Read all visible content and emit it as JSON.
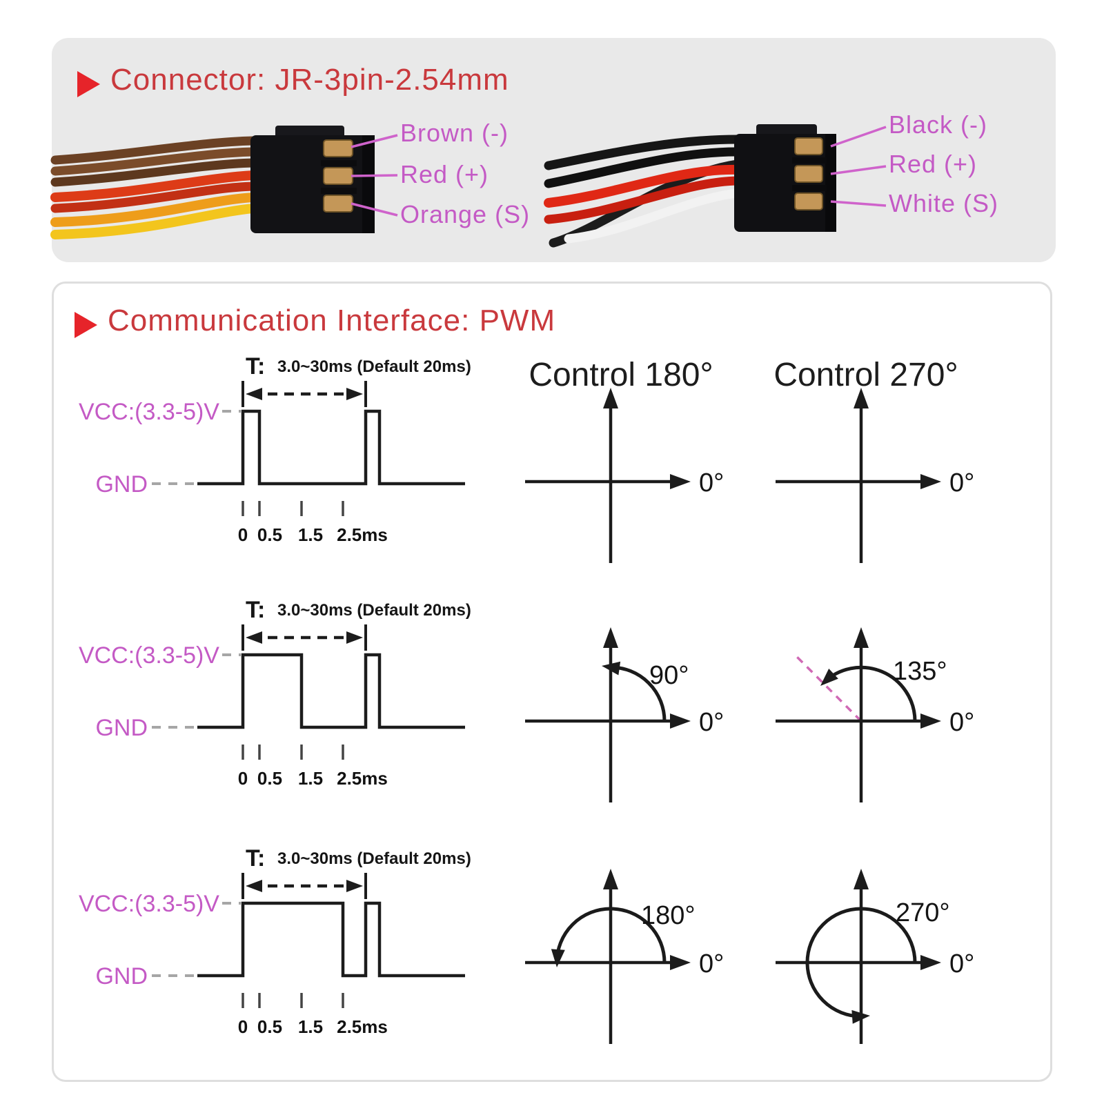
{
  "colors": {
    "section_title_red": "#c9393d",
    "bullet_red": "#e6242a",
    "label_magenta": "#c45ac5",
    "diagram_black": "#1c1c1c",
    "top_panel_bg": "#e9e9e9",
    "panel_border": "#dedede",
    "guide_dash_gray": "#a6a6a6",
    "dash_135_pink": "#d069b5",
    "wire_brown": "#6b4124",
    "wire_red": "#dd3b17",
    "wire_orange": "#ee9d1a",
    "wire_yellow": "#f3c51d",
    "wire_black": "#161616",
    "wire_white": "#f2f2f2"
  },
  "connector": {
    "title": "Connector: JR-3pin-2.54mm",
    "left_pins": [
      "Brown (-)",
      "Red (+)",
      "Orange (S)"
    ],
    "right_pins": [
      "Black (-)",
      "Red (+)",
      "White (S)"
    ]
  },
  "pwm": {
    "title": "Communication Interface: PWM",
    "columns": [
      "Control 180°",
      "Control 270°"
    ],
    "rows": [
      {
        "t_label": "T:",
        "t_value": "3.0~30ms (Default 20ms)",
        "vcc": "VCC:(3.3-5)V",
        "gnd": "GND",
        "ticks": [
          "0",
          "0.5",
          "1.5",
          "2.5ms"
        ],
        "pulse_ms": 0.5,
        "c180": {
          "zero": "0°",
          "angle": ""
        },
        "c270": {
          "zero": "0°",
          "angle": ""
        }
      },
      {
        "t_label": "T:",
        "t_value": "3.0~30ms (Default 20ms)",
        "vcc": "VCC:(3.3-5)V",
        "gnd": "GND",
        "ticks": [
          "0",
          "0.5",
          "1.5",
          "2.5ms"
        ],
        "pulse_ms": 1.5,
        "c180": {
          "zero": "0°",
          "angle": "90°"
        },
        "c270": {
          "zero": "0°",
          "angle": "135°"
        }
      },
      {
        "t_label": "T:",
        "t_value": "3.0~30ms (Default 20ms)",
        "vcc": "VCC:(3.3-5)V",
        "gnd": "GND",
        "ticks": [
          "0",
          "0.5",
          "1.5",
          "2.5ms"
        ],
        "pulse_ms": 2.5,
        "c180": {
          "zero": "0°",
          "angle": "180°"
        },
        "c270": {
          "zero": "0°",
          "angle": "270°"
        }
      }
    ]
  }
}
